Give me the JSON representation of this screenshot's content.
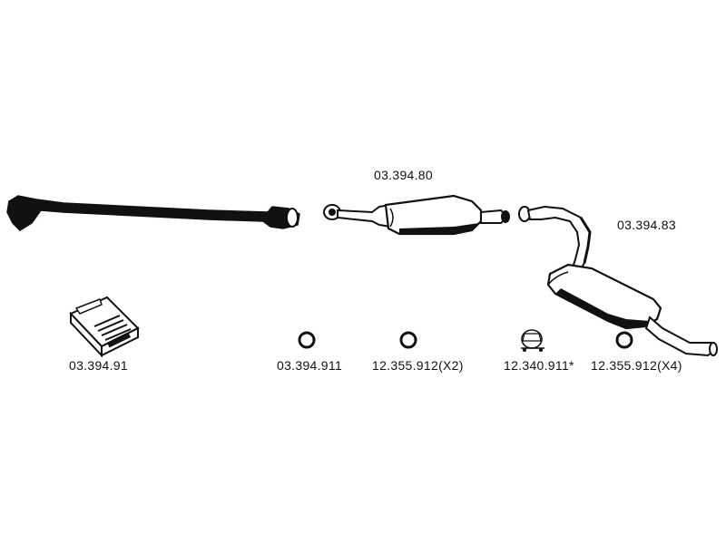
{
  "parts": {
    "front_pipe": {
      "number": "03.394.91",
      "icon": "front-pipe-icon"
    },
    "mounting_kit": {
      "icon": "mounting-kit-icon"
    },
    "center_silencer": {
      "number": "03.394.80",
      "icon": "center-silencer-icon"
    },
    "rear_silencer": {
      "number": "03.394.83",
      "icon": "rear-silencer-icon"
    },
    "ring_911": {
      "number": "03.394.911",
      "icon": "ring-icon"
    },
    "ring_912_x2": {
      "number": "12.355.912(X2)",
      "icon": "ring-icon"
    },
    "clamp_911": {
      "number": "12.340.911*",
      "icon": "clamp-icon"
    },
    "ring_912_x4": {
      "number": "12.355.912(X4)",
      "icon": "ring-icon"
    }
  },
  "colors": {
    "ink": "#111111",
    "background": "#ffffff",
    "fill_light": "#d8d8d8"
  }
}
